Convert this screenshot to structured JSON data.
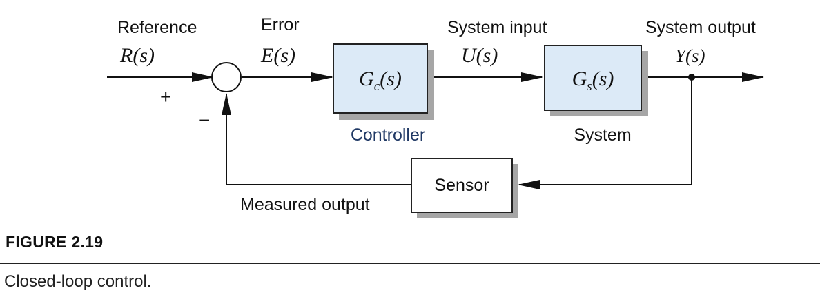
{
  "diagram": {
    "reference": {
      "label": "Reference",
      "symbol": "R",
      "arg": "(s)"
    },
    "error": {
      "label": "Error",
      "symbol": "E",
      "arg": "(s)"
    },
    "system_input": {
      "label": "System input",
      "symbol": "U",
      "arg": "(s)"
    },
    "system_output": {
      "label": "System output",
      "symbol": "Y",
      "arg": "(s)"
    },
    "summing_junction": {
      "plus": "+",
      "minus": "−"
    },
    "controller": {
      "name": "Controller",
      "symbol": "G",
      "subscript": "c",
      "arg": "(s)"
    },
    "system": {
      "name": "System",
      "symbol": "G",
      "subscript": "s",
      "arg": "(s)"
    },
    "sensor": {
      "name": "Sensor"
    },
    "feedback": {
      "label": "Measured output"
    },
    "colors": {
      "block_fill": "#dceaf7",
      "block_stroke": "#222222",
      "shadow": "#a6a6a6",
      "controller_label": "#1f3864"
    }
  },
  "caption": {
    "figure": "FIGURE 2.19",
    "text": "Closed-loop control."
  }
}
